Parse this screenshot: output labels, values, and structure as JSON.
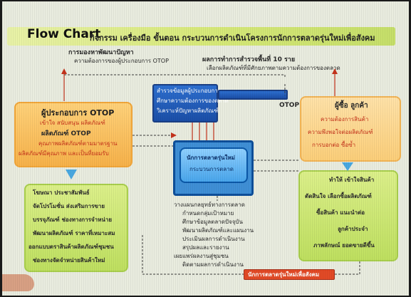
{
  "title": {
    "main": "Flow Chart",
    "subtitle": "กิจกรรม เครื่องมือ ขั้นตอน กระบวนการดำเนินโครงการนักการตลาดรุ่นใหม่เพื่อสังคม"
  },
  "top_notes": {
    "left_heading": "การมองหาพัฒนาปัญหา",
    "left_line": "ความต้องการของผู้ประกอบการ OTOP",
    "right_heading": "ผลการทำการสำรวจพื้นที่ 10 ราย",
    "right_line": "เลือกผลิตภัณฑ์ที่มีศักยภาพตามความต้องการของตลาด"
  },
  "blue_top_box": {
    "lines": [
      "สำรวจข้อมูลผู้ประกอบการ",
      "ศึกษาความต้องการของตลาด",
      "วิเคราะห์ปัญหาผลิตภัณฑ์"
    ]
  },
  "blue_right_tag": {
    "label": "OTOP"
  },
  "center_box": {
    "title": "นักการตลาดรุ่นใหม่",
    "subtitle": "กระบวนการตลาด"
  },
  "orange_left": {
    "title": "ผู้ประกอบการ OTOP",
    "line1": "เข้าใจ สนับสนุน ผลิตภัณฑ์",
    "line2": "ผลิตภัณฑ์ OTOP",
    "line3": "คุณภาพผลิตภัณฑ์ตามมาตรฐาน",
    "line4": "ผลิตภัณฑ์มีคุณภาพ และเป็นที่ยอมรับ"
  },
  "peach_right": {
    "title": "ผู้ซื้อ ลูกค้า",
    "line1": "ความต้องการสินค้า",
    "line2": "ความพึงพอใจต่อผลิตภัณฑ์",
    "line3": "การบอกต่อ ซื้อซ้ำ"
  },
  "green_left": {
    "items": [
      "โฆษณา ประชาสัมพันธ์",
      "จัดโปรโมชั่น ส่งเสริมการขาย",
      "บรรจุภัณฑ์ ช่องทางการจำหน่าย",
      "พัฒนาผลิตภัณฑ์ ราคาที่เหมาะสม",
      "ออกแบบตราสินค้าผลิตภัณฑ์ชุมชน",
      "ช่องทางจัดจำหน่ายสินค้าใหม่"
    ]
  },
  "green_right": {
    "items": [
      "ทำให้ เข้าใจสินค้า",
      "ตัดสินใจ เลือกซื้อผลิตภัณฑ์",
      "ซื้อสินค้า แนะนำต่อ",
      "ลูกค้าประจำ",
      "ภาพลักษณ์ ยอดขายดีขึ้น"
    ]
  },
  "center_list": {
    "items": [
      "วางแผนกลยุทธ์ทางการตลาด",
      "กำหนดกลุ่มเป้าหมาย",
      "ศึกษาข้อมูลตลาดปัจจุบัน",
      "พัฒนาผลิตภัณฑ์และแผนงาน",
      "ประเมินผลการดำเนินงาน",
      "สรุปผลและรายงาน",
      "เผยแพร่ผลงานสู่ชุมชน",
      "ติดตามผลการดำเนินงาน"
    ]
  },
  "bottom_box": {
    "label": "นักการตลาดรุ่นใหม่เพื่อสังคม"
  },
  "colors": {
    "orange": "#f7b24a",
    "green": "#bfe060",
    "blue": "#1b4fa8",
    "red": "#e24a26"
  }
}
